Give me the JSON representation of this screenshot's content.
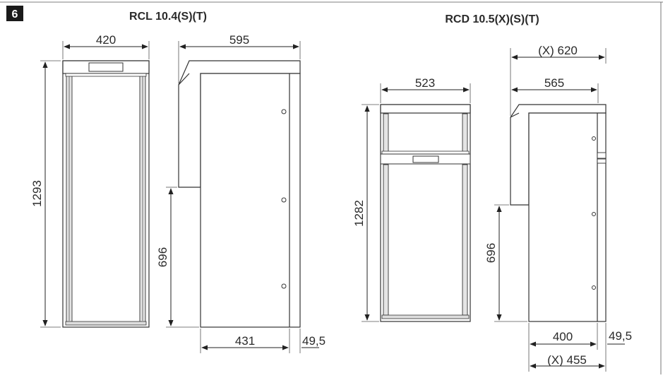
{
  "figure": {
    "number": "6"
  },
  "models": [
    {
      "name": "RCL 10.4(S)(T)",
      "dimensions": {
        "front_width": "420",
        "side_depth": "595",
        "height": "1293",
        "lower_height": "696",
        "bottom_depth": "431",
        "offset": "49,5"
      }
    },
    {
      "name": "RCD 10.5(X)(S)(T)",
      "dimensions": {
        "front_width": "523",
        "side_depth_x": "(X) 620",
        "side_depth": "565",
        "height": "1282",
        "lower_height": "696",
        "bottom_depth": "400",
        "bottom_depth_x": "(X) 455",
        "offset": "49,5"
      }
    }
  ],
  "colors": {
    "line": "#333333",
    "badge": "#1a1a1a",
    "frame": "#c8c8c8"
  }
}
